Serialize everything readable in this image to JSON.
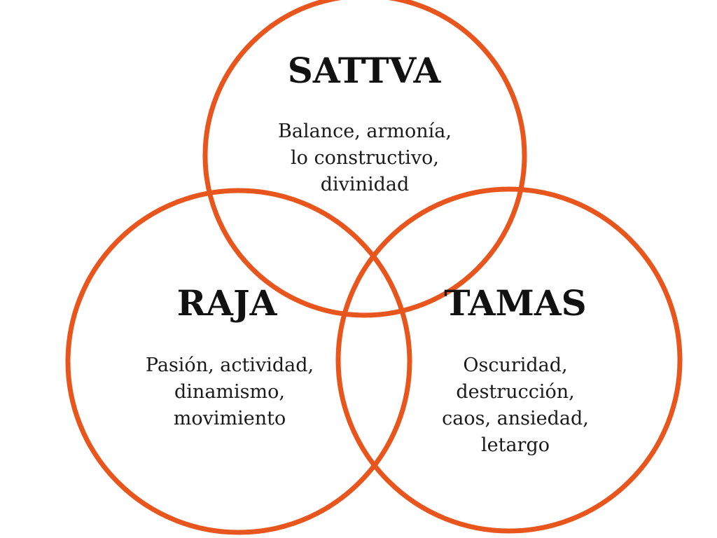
{
  "accent_color": "#E8561E",
  "circles": [
    {
      "title": "SATTVA",
      "lines": [
        "Balance, armonía,",
        "lo constructivo,",
        "divinidad"
      ]
    },
    {
      "title": "RAJA",
      "lines": [
        "Pasión, actividad,",
        "dinamismo,",
        "movimiento"
      ]
    },
    {
      "title": "TAMAS",
      "lines": [
        "Oscuridad,",
        "destrucción,",
        "caos, ansiedad,",
        "letargo"
      ]
    }
  ]
}
